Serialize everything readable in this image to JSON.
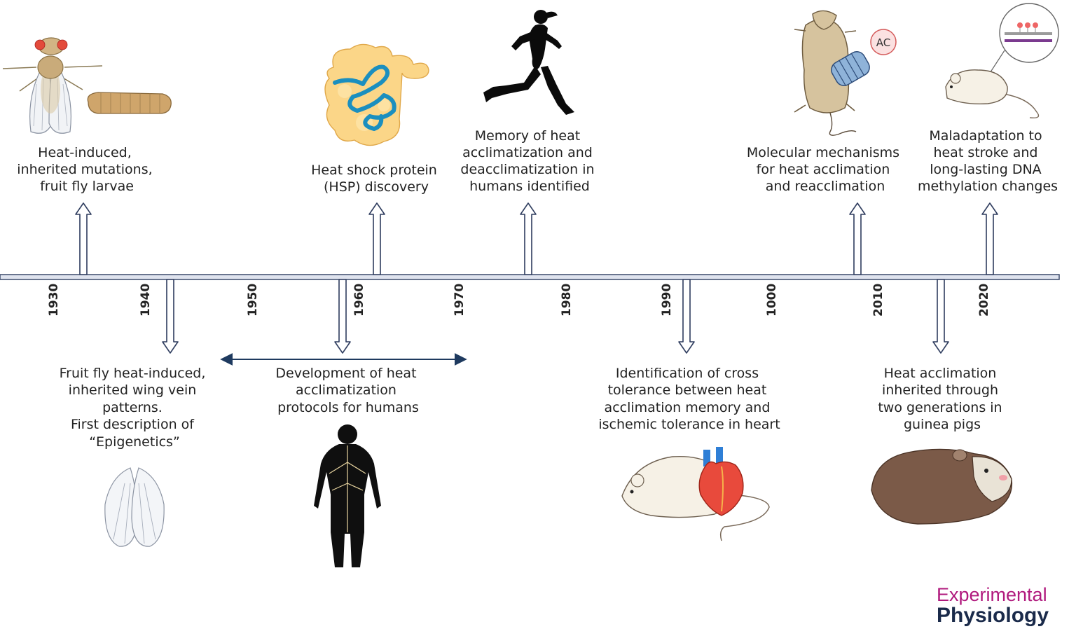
{
  "timeline": {
    "years": [
      "1930",
      "1940",
      "1950",
      "1960",
      "1970",
      "1980",
      "1990",
      "1000",
      "2010",
      "2020"
    ]
  },
  "events_above": [
    {
      "id": "fruit-fly-larvae",
      "lines": [
        "Heat-induced,",
        "inherited mutations,",
        "fruit fly larvae"
      ]
    },
    {
      "id": "hsp-discovery",
      "lines": [
        "Heat shock protein",
        "(HSP) discovery"
      ]
    },
    {
      "id": "memory-acclimatization",
      "lines": [
        "Memory of heat",
        "acclimatization and",
        "deacclimatization in",
        "humans identified"
      ]
    },
    {
      "id": "molecular-mechanisms",
      "lines": [
        "Molecular mechanisms",
        "for heat acclimation",
        "and reacclimation"
      ]
    },
    {
      "id": "maladaptation",
      "lines": [
        "Maladaptation to",
        "heat stroke and",
        "long-lasting DNA",
        "methylation changes"
      ]
    }
  ],
  "events_below": [
    {
      "id": "wing-vein",
      "lines": [
        "Fruit fly heat-induced,",
        "inherited wing vein",
        "patterns.",
        "First description of",
        "“Epigenetics”"
      ]
    },
    {
      "id": "protocols",
      "lines": [
        "Development of heat",
        "acclimatization",
        "protocols for humans"
      ]
    },
    {
      "id": "cross-tolerance",
      "lines": [
        "Identification of cross",
        "tolerance between heat",
        "acclimation memory and",
        "ischemic tolerance in heart"
      ]
    },
    {
      "id": "guinea-pigs",
      "lines": [
        "Heat acclimation",
        "inherited through",
        "two generations in",
        "guinea pigs"
      ]
    }
  ],
  "icons": {
    "ac_label": "AC"
  },
  "logo": {
    "line1": "Experimental",
    "line2": "Physiology",
    "color1": "#b0197d",
    "color2": "#1a2a4a"
  },
  "colors": {
    "axis_fill": "#dfe3ee",
    "axis_stroke": "#3b4a6b",
    "arrow_stroke": "#2e3c5e",
    "bracket": "#1e3a5f"
  }
}
